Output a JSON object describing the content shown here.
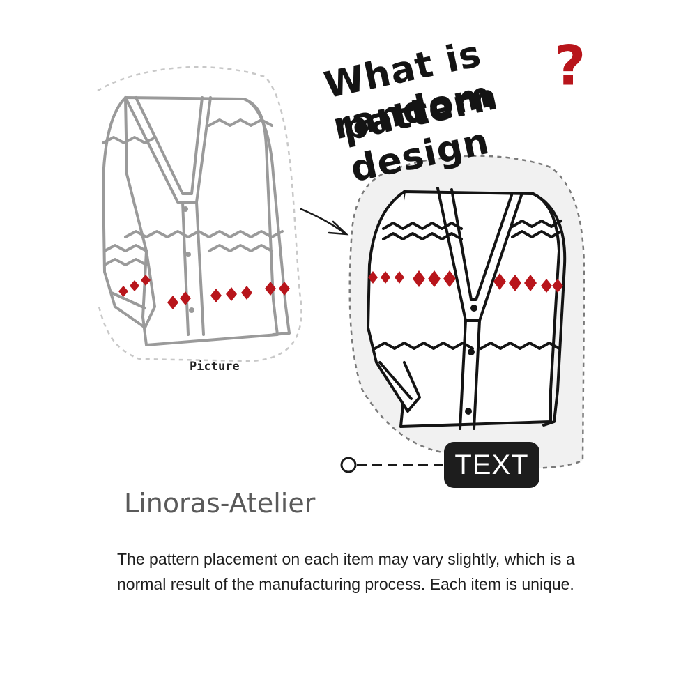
{
  "heading": {
    "line1": "What is random",
    "line2": "pattern design",
    "question_mark": "?"
  },
  "picture_label": "Picture",
  "tag_label": "TEXT",
  "brand_name": "Linoras-Atelier",
  "description": "The pattern placement on each item may vary slightly, which is a normal result of the manufacturing process. Each item is unique.",
  "colors": {
    "accent_red": "#b8151b",
    "outline_dark": "#141414",
    "outline_light": "#9a9a9a",
    "tag_bg": "#1d1d1d",
    "right_panel_bg": "#f1f1f1"
  }
}
